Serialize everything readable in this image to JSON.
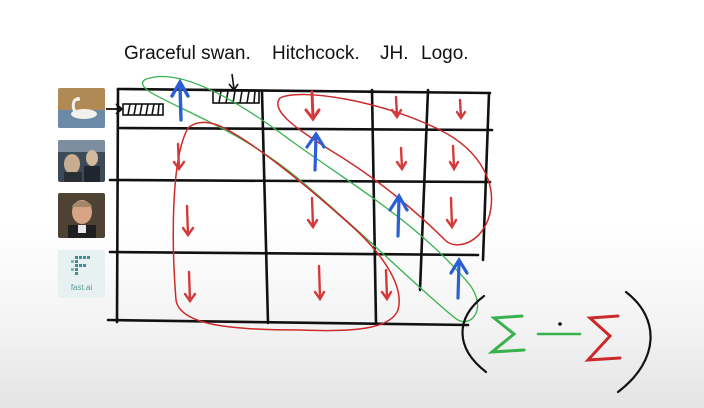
{
  "headers": {
    "swan": "Graceful swan.",
    "hitchcock": "Hitchcock.",
    "jh": "JH.",
    "logo": "Logo."
  },
  "row_images": [
    {
      "name": "swan-photo"
    },
    {
      "name": "hitchcock-photo"
    },
    {
      "name": "jh-portrait"
    },
    {
      "name": "fastai-logo",
      "text": "fast.ai"
    }
  ],
  "formula": {
    "left_symbol": "Σ",
    "dot": "·",
    "right_symbol": "Σ"
  },
  "arrow_grid": [
    [
      "up",
      "",
      "down",
      "down",
      "down"
    ],
    [
      "down",
      "",
      "up",
      "down",
      "down"
    ],
    [
      "down",
      "",
      "down",
      "up",
      "down"
    ],
    [
      "down",
      "",
      "down",
      "down",
      "up"
    ]
  ],
  "colors": {
    "grid": "#111111",
    "down_arrow": "#d33b3b",
    "up_arrow": "#2a5fd6",
    "red_loop": "#cc2a2a",
    "green_loop": "#37b24d"
  }
}
